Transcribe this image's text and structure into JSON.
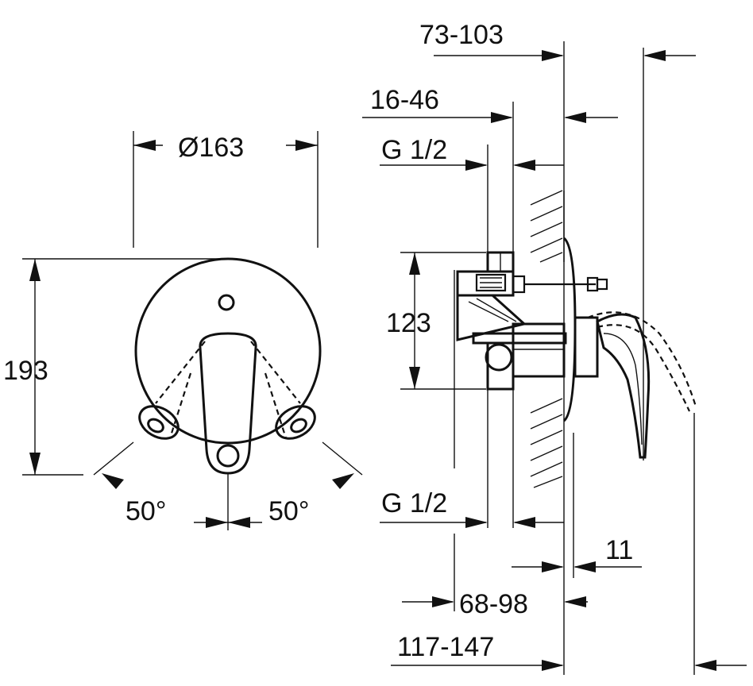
{
  "front_view": {
    "diameter_label": "Ø163",
    "height_label": "193",
    "angle_left_label": "50°",
    "angle_right_label": "50°"
  },
  "side_view": {
    "depth_top_label": "73-103",
    "depth_mid_label": "16-46",
    "thread_top_label": "G 1/2",
    "height_label": "123",
    "thread_bottom_label": "G 1/2",
    "plate_label": "11",
    "body_label": "68-98",
    "overall_label": "117-147"
  },
  "colors": {
    "line": "#111111",
    "background": "#ffffff"
  }
}
